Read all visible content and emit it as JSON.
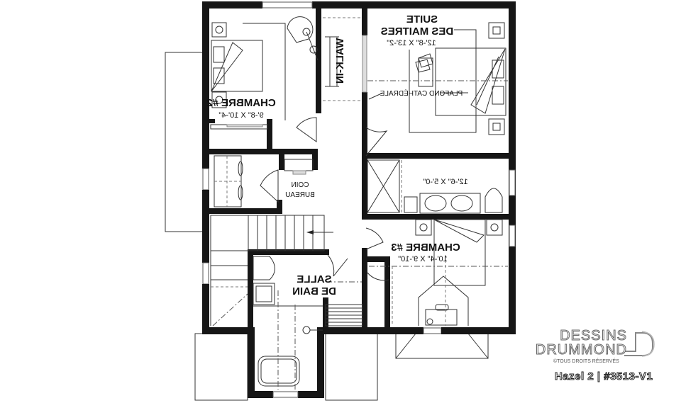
{
  "plan": {
    "title": "Hazel 2 | #3513-V1",
    "mirrored": true,
    "rooms": [
      {
        "id": "chambre2",
        "name": "CHAMBRE #2",
        "dims": "9'-8\" X 10'-4\""
      },
      {
        "id": "walkin",
        "name": "WALK-IN",
        "dims": ""
      },
      {
        "id": "suite",
        "name_line1": "SUITE",
        "name_line2": "DES MAITRES",
        "dims": "12'-8\" X 13'-2\""
      },
      {
        "id": "ensuite",
        "name": "",
        "dims": "12'-6\" X 5'-0\""
      },
      {
        "id": "coin_bureau",
        "name_line1": "COIN",
        "name_line2": "BUREAU"
      },
      {
        "id": "chambre3",
        "name": "CHAMBRE #3",
        "dims": "10'-4\" X 9'-10\""
      },
      {
        "id": "salle_de_bain",
        "name_line1": "SALLE",
        "name_line2": "DE BAIN"
      }
    ],
    "notes": {
      "ceiling": "PLAFOND CATHÉDRALE"
    }
  },
  "branding": {
    "logo_line1": "DESSINS",
    "logo_line2": "DRUMMOND",
    "copyright": "©TOUS DROITS RÉSERVÉS",
    "caption": "Hazel 2 | #3513-V1"
  },
  "colors": {
    "wall": "#161616",
    "line": "#333333",
    "background": "#ffffff"
  }
}
